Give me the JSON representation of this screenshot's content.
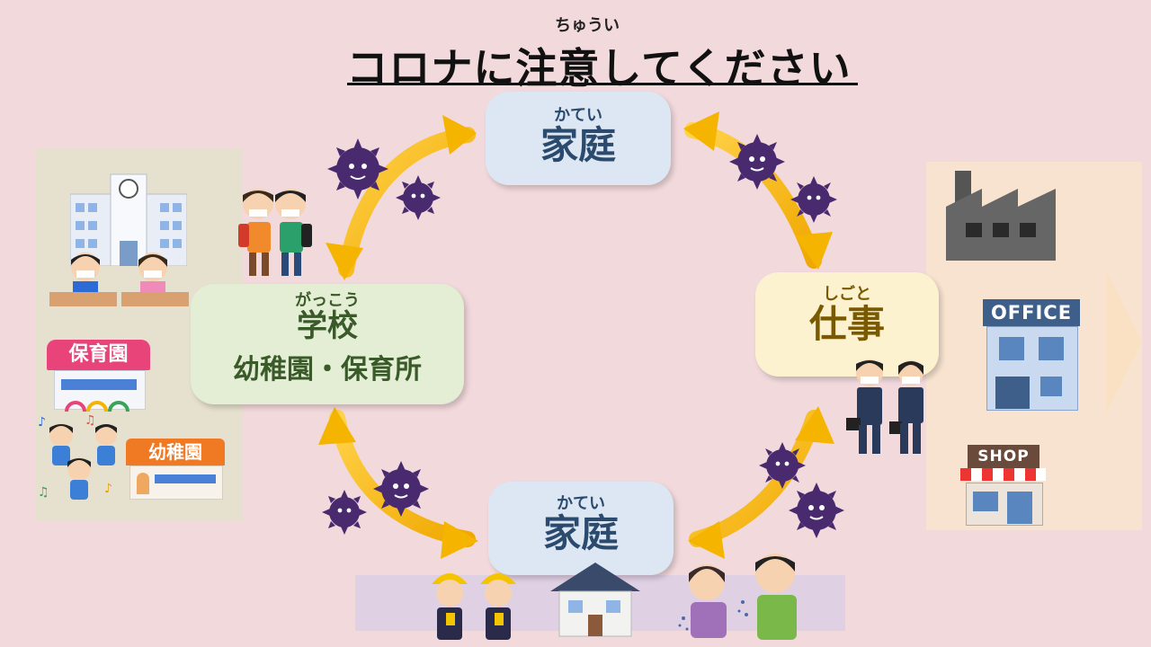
{
  "title": {
    "ruby": "ちゅうい",
    "text": "コロナに注意してください"
  },
  "nodes": {
    "home_top": {
      "yomi": "かてい",
      "label": "家庭"
    },
    "school": {
      "yomi": "がっこう",
      "label": "学校",
      "label2": "幼稚園・保育所"
    },
    "work": {
      "yomi": "しごと",
      "label": "仕事"
    },
    "home_bottom": {
      "yomi": "かてい",
      "label": "家庭"
    }
  },
  "signs": {
    "hoikuen": "保育園",
    "youchien": "幼稚園",
    "office": "OFFICE",
    "shop": "SHOP"
  },
  "colors": {
    "background": "#f2d9dc",
    "arrow": "#f5b400",
    "virus": "#4a2a6e",
    "home_box": "#dde7f3",
    "school_box": "#e3eed5",
    "work_box": "#fdf2cf"
  }
}
